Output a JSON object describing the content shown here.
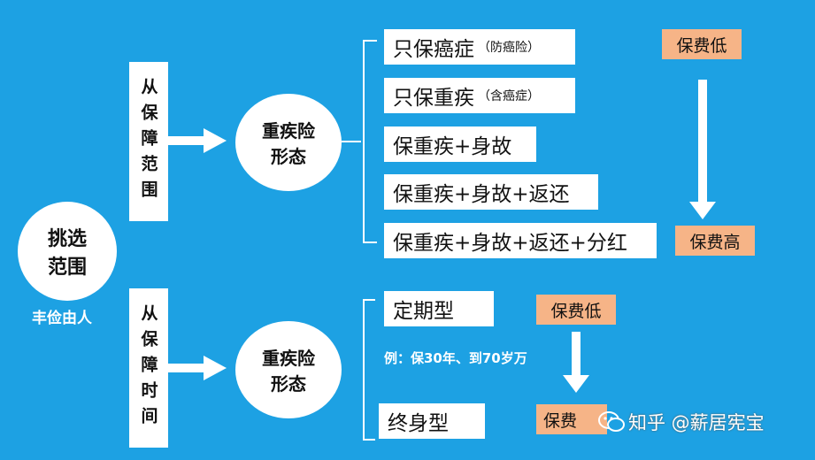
{
  "root": {
    "label": "挑选\n范围",
    "caption": "丰俭由人"
  },
  "branches": [
    {
      "dimension": "从保障范围",
      "node_label": "重疾险\n形态",
      "options": [
        {
          "main": "只保癌症",
          "note": "（防癌险）"
        },
        {
          "main": "只保重疾",
          "note": "（含癌症）"
        },
        {
          "main": "保重疾+身故",
          "note": ""
        },
        {
          "main": "保重疾+身故+返还",
          "note": ""
        },
        {
          "main": "保重疾+身故+返还+分红",
          "note": ""
        }
      ],
      "price_low": "保费低",
      "price_high": "保费高"
    },
    {
      "dimension": "从保障时间",
      "node_label": "重疾险\n形态",
      "options": [
        {
          "main": "定期型",
          "note": ""
        },
        {
          "main": "终身型",
          "note": ""
        }
      ],
      "example": "例：保30年、到70岁万",
      "price_low": "保费低",
      "price_high": "保费"
    }
  ],
  "watermark": "知乎 @薪居宪宝",
  "colors": {
    "background": "#1da1e3",
    "tag": "#f6b487",
    "box": "#ffffff"
  },
  "icons": [
    "arrow-right-icon",
    "arrow-down-icon",
    "wechat-icon"
  ]
}
